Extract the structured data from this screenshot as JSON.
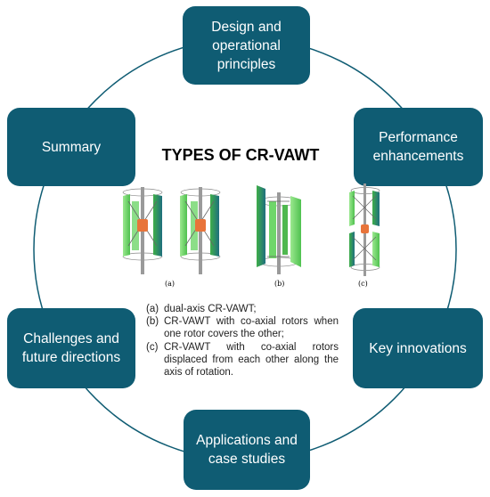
{
  "title": "TYPES OF CR-VAWT",
  "colors": {
    "box": "#0f5c73",
    "ring": "#0f5c73",
    "blade_green": "#6fd66a",
    "blade_dark": "#2c7f3a",
    "hub_orange": "#e8743a",
    "shaft": "#9a9a9a"
  },
  "nodes": {
    "top": "Design and\noperational\nprinciples",
    "top_right": "Performance\nenhancements",
    "bottom_right": "Key innovations",
    "bottom": "Applications and\ncase studies",
    "bottom_left": "Challenges and\nfuture directions",
    "top_left": "Summary"
  },
  "figures": {
    "a": "(a)",
    "b": "(b)",
    "c": "(c)"
  },
  "legend": [
    {
      "marker": "(a)",
      "text": "dual-axis CR-VAWT;"
    },
    {
      "marker": "(b)",
      "text": "CR-VAWT with co-axial rotors when one rotor covers the other;"
    },
    {
      "marker": "(c)",
      "text": "CR-VAWT with co-axial rotors displaced from each other along the axis of rotation."
    }
  ]
}
